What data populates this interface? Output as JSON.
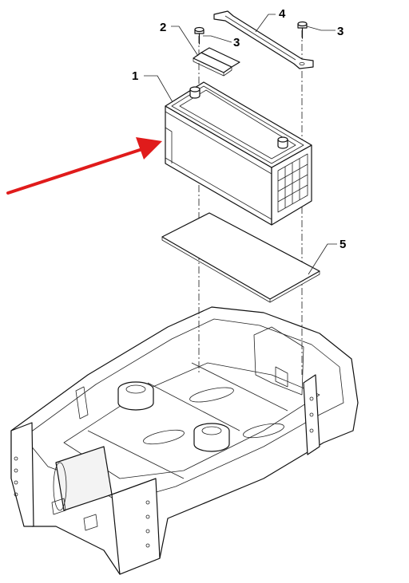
{
  "callouts": {
    "battery": "1",
    "hold_down_bracket": "2",
    "bolt_left": "3",
    "clamp_bar": "4",
    "bolt_right": "3",
    "battery_pad": "5"
  },
  "colors": {
    "arrow": "#e01b1b",
    "line": "#111111",
    "background": "#ffffff"
  },
  "icons": {
    "pointer": "red-arrow-icon"
  }
}
